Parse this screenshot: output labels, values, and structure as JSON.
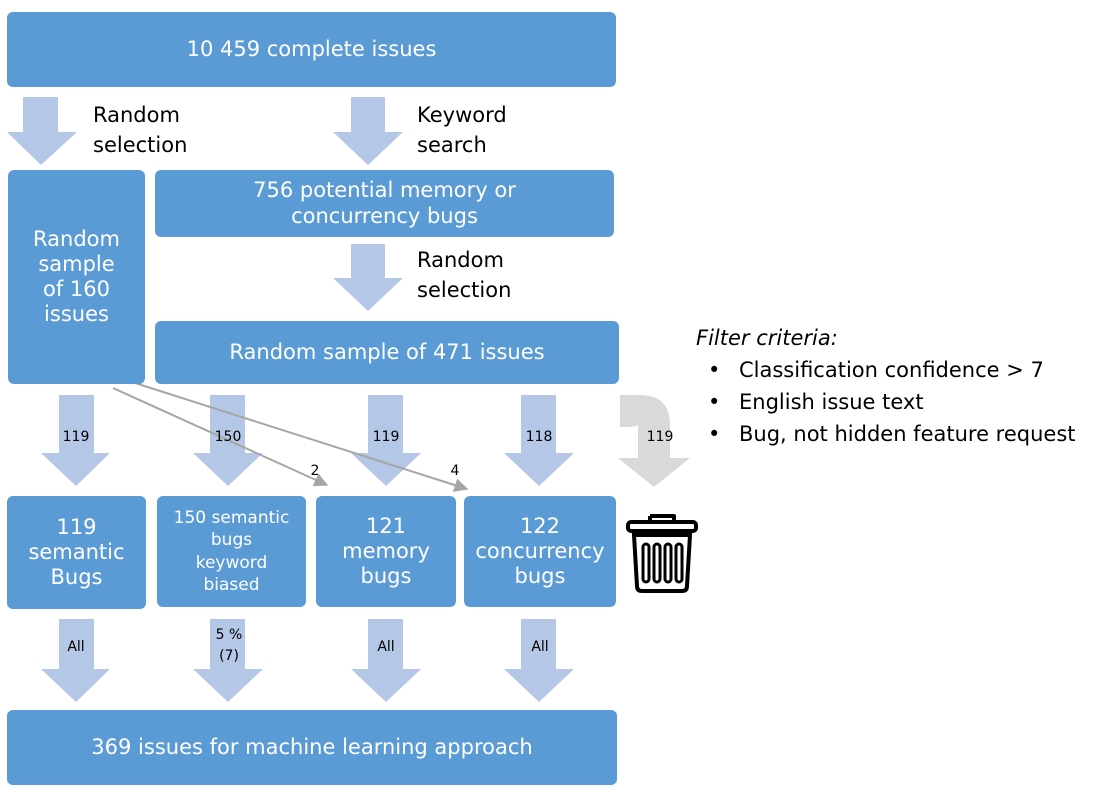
{
  "boxes": {
    "complete": "10 459 complete issues",
    "random_sample_160": "Random\nsample\nof 160\nissues",
    "potential": "756 potential memory or\nconcurrency bugs",
    "sample_471": "Random sample of 471 issues",
    "semantic": "119\nsemantic\nBugs",
    "semantic_biased": "150 semantic\nbugs\nkeyword\nbiased",
    "memory": "121\nmemory\nbugs",
    "concurrency": "122\nconcurrency\nbugs",
    "final": "369 issues for machine learning approach"
  },
  "labels": {
    "random_selection_1": "Random\nselection",
    "keyword_search": "Keyword\nsearch",
    "random_selection_2": "Random\nselection"
  },
  "flow_counts": {
    "to_semantic": "119",
    "to_biased": "150",
    "to_memory": "119",
    "to_concurrency": "118",
    "to_trash": "119",
    "cross_to_memory": "2",
    "cross_to_concurrency": "4"
  },
  "selection_counts": {
    "semantic": "All",
    "biased": "5 %\n(7)",
    "memory": "All",
    "concurrency": "All"
  },
  "filter": {
    "title": "Filter criteria:",
    "items": [
      "Classification confidence > 7",
      "English issue text",
      "Bug, not hidden feature request"
    ]
  },
  "colors": {
    "box": "#5b9bd5",
    "arrow": "#b4c7e7",
    "discard_arrow": "#d9d9d9",
    "connector": "#a6a6a6"
  },
  "icons": [
    "trash-icon"
  ]
}
